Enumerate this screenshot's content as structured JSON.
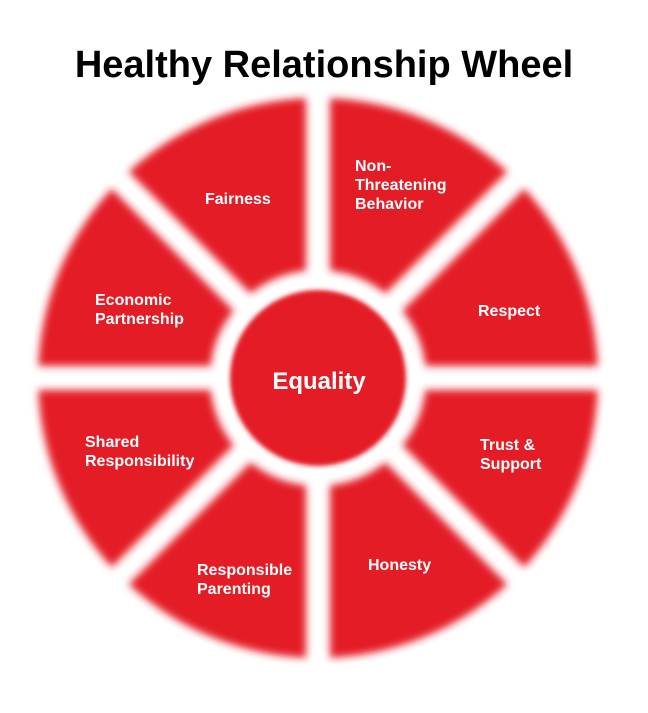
{
  "title": "Healthy Relationship Wheel",
  "colors": {
    "wheel_red": "#e41e25",
    "background": "#ffffff",
    "label_text": "#ffffff",
    "title_text": "#000000"
  },
  "wheel": {
    "center_label": "Equality",
    "segments": [
      {
        "label": "Fairness",
        "start_deg": 90,
        "end_deg": 135
      },
      {
        "label": "Non-\nThreatening\nBehavior",
        "start_deg": 45,
        "end_deg": 90
      },
      {
        "label": "Respect",
        "start_deg": 0,
        "end_deg": 45
      },
      {
        "label": "Trust &\nSupport",
        "start_deg": 315,
        "end_deg": 360
      },
      {
        "label": "Honesty",
        "start_deg": 270,
        "end_deg": 315
      },
      {
        "label": "Responsible\nParenting",
        "start_deg": 225,
        "end_deg": 270
      },
      {
        "label": "Shared\nResponsibility",
        "start_deg": 180,
        "end_deg": 225
      },
      {
        "label": "Economic\nPartnership",
        "start_deg": 135,
        "end_deg": 180
      }
    ]
  }
}
